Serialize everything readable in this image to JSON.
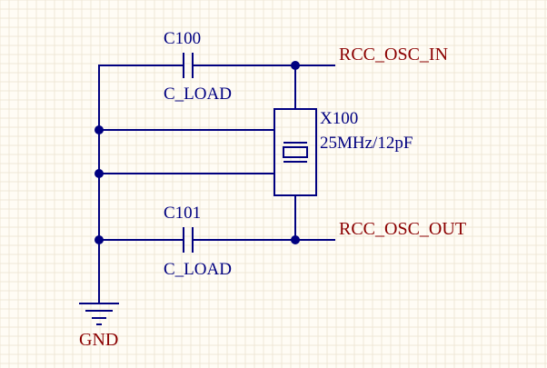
{
  "components": {
    "c100": {
      "designator": "C100",
      "value": "C_LOAD"
    },
    "c101": {
      "designator": "C101",
      "value": "C_LOAD"
    },
    "x100": {
      "designator": "X100",
      "value": "25MHz/12pF"
    }
  },
  "nets": {
    "osc_in": "RCC_OSC_IN",
    "osc_out": "RCC_OSC_OUT",
    "gnd": "GND"
  },
  "colors": {
    "background": "#FFFCF5",
    "wire": "#000080",
    "component_label": "#000080",
    "net_label": "#8B0000",
    "grid": "#EFE7D6"
  }
}
